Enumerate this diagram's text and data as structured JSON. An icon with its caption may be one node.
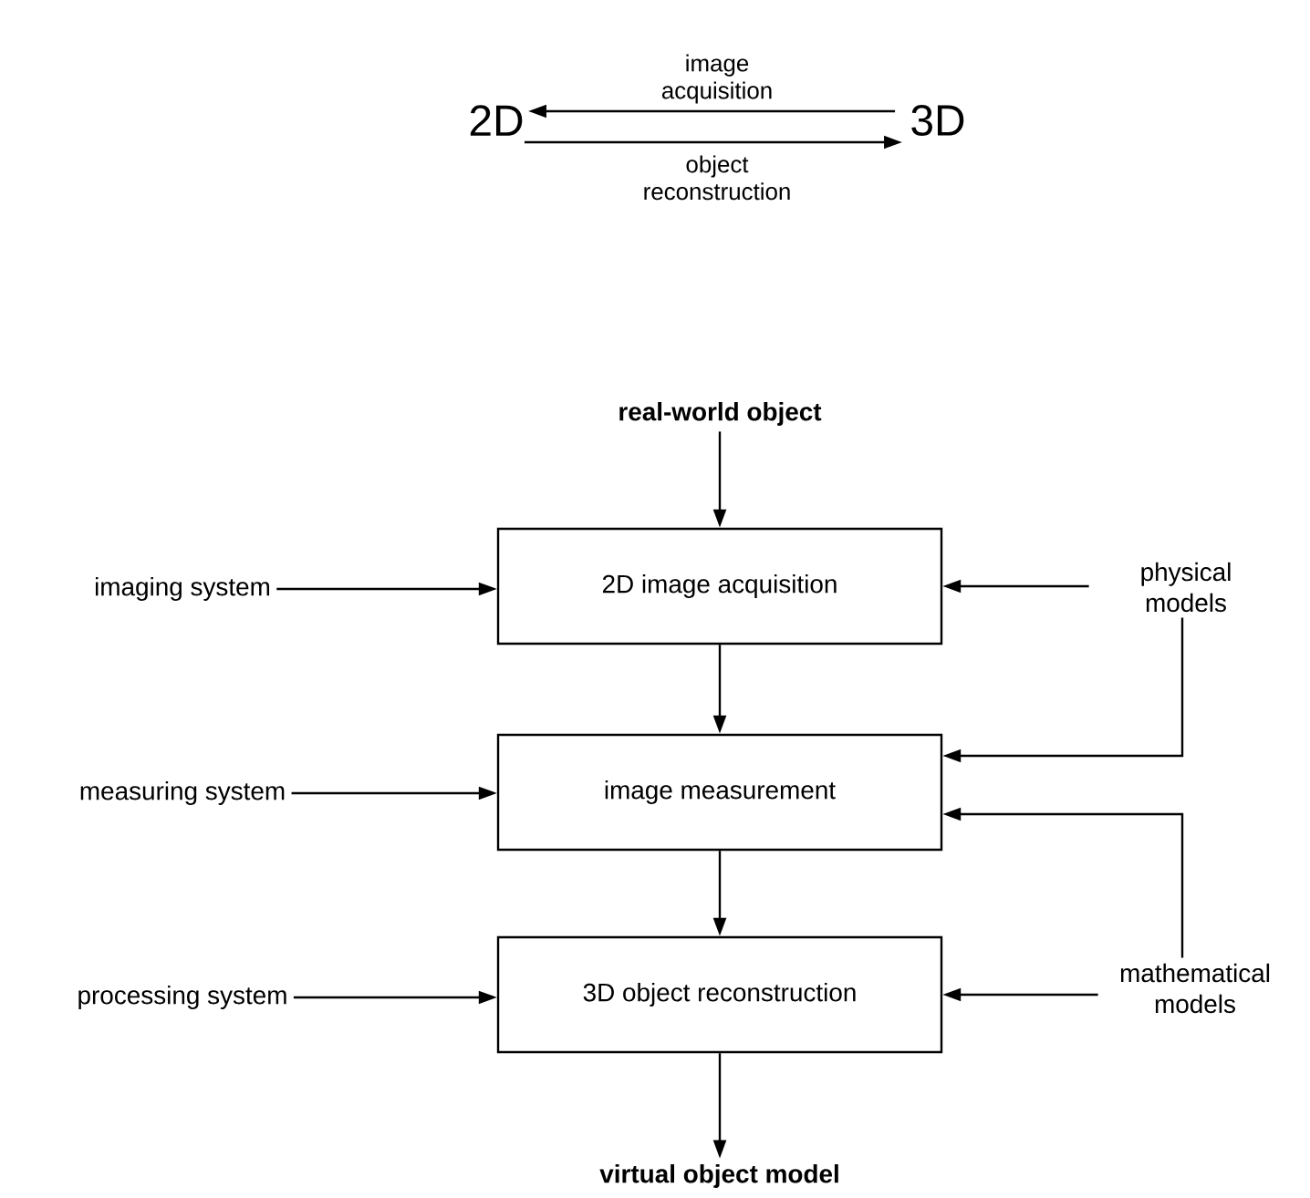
{
  "diagram": {
    "nodes": [
      {
        "text": [
          "2D"
        ]
      },
      {
        "text": [
          "3D"
        ]
      },
      {
        "text": [
          "real-world object"
        ]
      },
      {
        "text": [
          "2D image acquisition"
        ]
      },
      {
        "text": [
          "image measurement"
        ]
      },
      {
        "text": [
          "3D object reconstruction"
        ]
      },
      {
        "text": [
          "virtual object model"
        ]
      },
      {
        "text": [
          "imaging system"
        ]
      },
      {
        "text": [
          "physical models"
        ]
      },
      {
        "text": [
          "measuring system"
        ]
      },
      {
        "text": [
          "processing system"
        ]
      },
      {
        "text": [
          "mathematical models"
        ]
      }
    ],
    "edges": [
      {
        "from": 1,
        "to": 0,
        "arrow": "to",
        "label": "image acquisition"
      },
      {
        "from": 0,
        "to": 1,
        "arrow": "to",
        "label": "object reconstruction"
      },
      {
        "from": 2,
        "to": 3,
        "arrow": "to"
      },
      {
        "from": 3,
        "to": 4,
        "arrow": "to"
      },
      {
        "from": 4,
        "to": 5,
        "arrow": "to"
      },
      {
        "from": 5,
        "to": 6,
        "arrow": "to"
      },
      {
        "from": 7,
        "to": 3,
        "arrow": "to"
      },
      {
        "from": 8,
        "to": 3,
        "arrow": "to"
      },
      {
        "from": 8,
        "to": 4,
        "arrow": "to"
      },
      {
        "from": 9,
        "to": 4,
        "arrow": "to"
      },
      {
        "from": 11,
        "to": 4,
        "arrow": "to"
      },
      {
        "from": 10,
        "to": 5,
        "arrow": "to"
      },
      {
        "from": 11,
        "to": 5,
        "arrow": "to"
      }
    ]
  }
}
